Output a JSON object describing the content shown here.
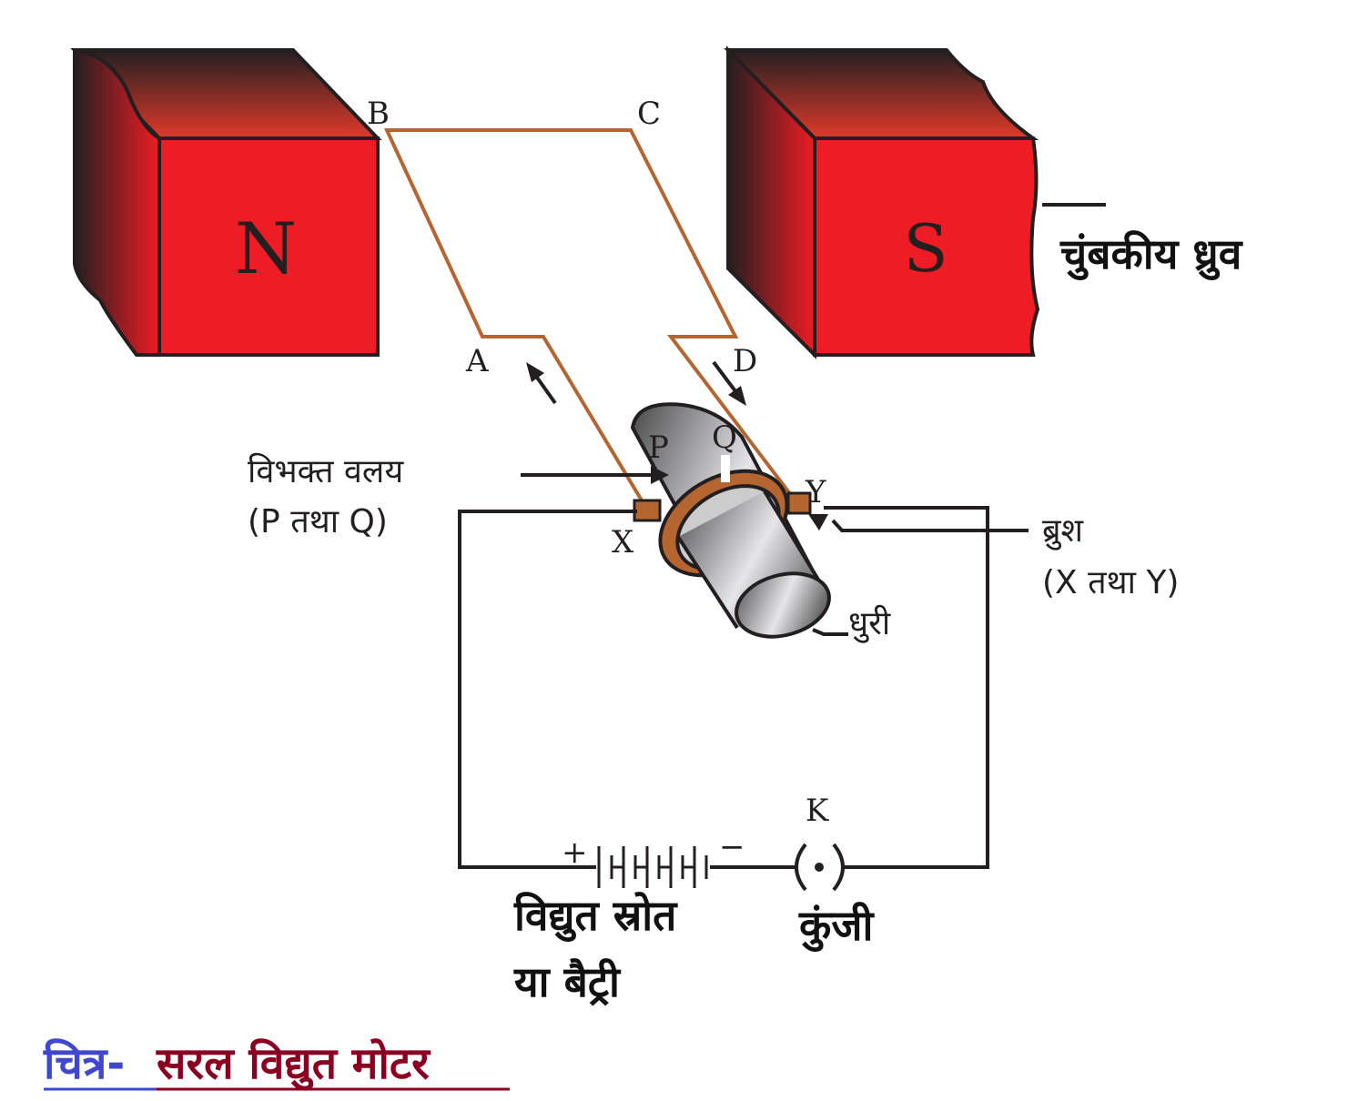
{
  "magnets": {
    "north": "N",
    "south": "S",
    "label": "चुंबकीय ध्रुव"
  },
  "coil_points": {
    "a": "A",
    "b": "B",
    "c": "C",
    "d": "D"
  },
  "commutator": {
    "p": "P",
    "q": "Q",
    "label_line1": "विभक्त वलय",
    "label_line2": "(P तथा Q)"
  },
  "brushes": {
    "x": "X",
    "y": "Y",
    "label_line1": "ब्रुश",
    "label_line2": "(X तथा Y)"
  },
  "axle_label": "धुरी",
  "battery": {
    "plus": "+",
    "minus": "−",
    "label_line1": "विद्युत स्रोत",
    "label_line2": "या बैट्री"
  },
  "key": {
    "symbol": "K",
    "label": "कुंजी"
  },
  "caption": {
    "prefix": "चित्र-",
    "title": "सरल विद्युत मोटर"
  },
  "colors": {
    "magnet_red": "#ee1c24",
    "coil": "#b5652f",
    "caption_prefix": "#3f48cc",
    "caption_title": "#8b0020"
  }
}
